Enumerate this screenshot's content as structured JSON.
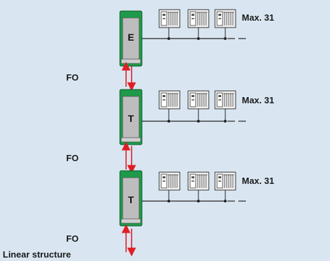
{
  "fo_label": "FO",
  "max_label": "Max. 31",
  "caption": "Linear structure",
  "stations": [
    {
      "letter": "E"
    },
    {
      "letter": "T"
    },
    {
      "letter": "T"
    }
  ],
  "colors": {
    "background": "#d9e6f1",
    "module_green": "#1e9a4a",
    "module_grey": "#bdbdbd",
    "fo_arrow": "#e01e26",
    "bus_line": "#222222"
  }
}
